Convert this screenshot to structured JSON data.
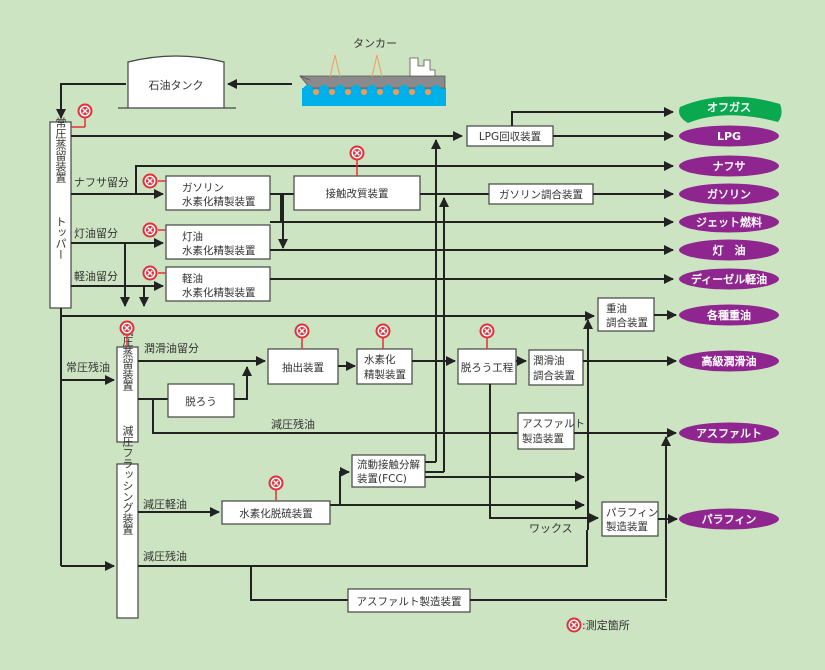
{
  "source": {
    "tanker": "タンカー",
    "oil_tank": "石油タンク"
  },
  "units": {
    "atmospheric_distillation": "常圧蒸留装置",
    "topper": "トッパー",
    "vacuum_distillation": "減圧蒸留装置",
    "vacuum_flashing": "減圧フラッシング装置",
    "gasoline_hydro_1": "ガソリン",
    "gasoline_hydro_2": "水素化精製装置",
    "kerosene_hydro_1": "灯油",
    "kerosene_hydro_2": "水素化精製装置",
    "gasoil_hydro_1": "軽油",
    "gasoil_hydro_2": "水素化精製装置",
    "catalytic_reforming": "接触改質装置",
    "lpg_recovery": "LPG回収装置",
    "gasoline_blending": "ガソリン調合装置",
    "heavy_oil_blending_1": "重油",
    "heavy_oil_blending_2": "調合装置",
    "dewaxing_small": "脱ろう",
    "extraction": "抽出装置",
    "hydrotreat_1": "水素化",
    "hydrotreat_2": "精製装置",
    "dewaxing_process": "脱ろう工程",
    "lube_blending_1": "潤滑油",
    "lube_blending_2": "調合装置",
    "asphalt_mfg_1": "アスファルト",
    "asphalt_mfg_2": "製造装置",
    "fcc_1": "流動接触分解",
    "fcc_2": "装置(FCC)",
    "hydrodesulfurization": "水素化脱硫装置",
    "paraffin_mfg_1": "パラフィン",
    "paraffin_mfg_2": "製造装置",
    "asphalt_mfg_bottom": "アスファルト製造装置"
  },
  "streams": {
    "naphtha_fraction": "ナフサ留分",
    "kerosene_fraction": "灯油留分",
    "gasoil_fraction": "軽油留分",
    "atmospheric_residue": "常圧残油",
    "lube_fraction": "潤滑油留分",
    "vacuum_residue_1": "減圧残油",
    "vacuum_gasoil": "減圧軽油",
    "vacuum_residue_2": "減圧残油",
    "wax": "ワックス"
  },
  "products": [
    {
      "label": "オフガス",
      "color": "#0aa84f"
    },
    {
      "label": "LPG",
      "color": "#8f268f"
    },
    {
      "label": "ナフサ",
      "color": "#8f268f"
    },
    {
      "label": "ガソリン",
      "color": "#8f268f"
    },
    {
      "label": "ジェット燃料",
      "color": "#8f268f"
    },
    {
      "label": "灯　油",
      "color": "#8f268f"
    },
    {
      "label": "ディーゼル軽油",
      "color": "#8f268f"
    },
    {
      "label": "各種重油",
      "color": "#8f268f"
    },
    {
      "label": "高級潤滑油",
      "color": "#8f268f"
    },
    {
      "label": "アスファルト",
      "color": "#8f268f"
    },
    {
      "label": "パラフィン",
      "color": "#8f268f"
    }
  ],
  "legend": {
    "measurement_point": ":測定箇所"
  },
  "colors": {
    "background": "#cde4c3",
    "product": "#8f268f",
    "offgas": "#0aa84f",
    "measurement": "#e0303a",
    "sea": "#00b0e8",
    "ship_hull": "#8a8a8a"
  }
}
